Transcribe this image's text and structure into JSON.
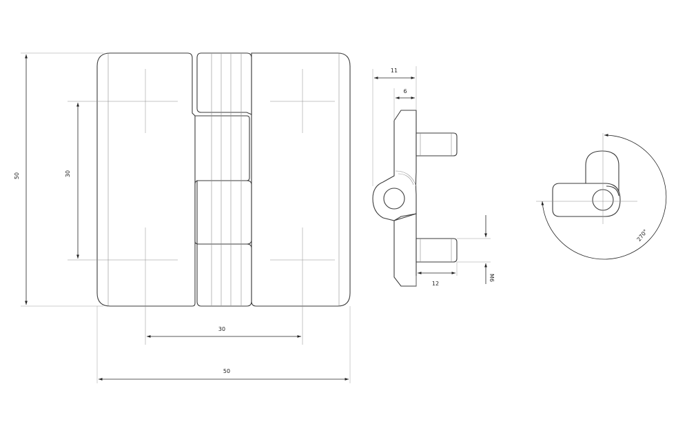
{
  "dimensions": {
    "front_height": "50",
    "front_hole_spacing_vertical": "30",
    "front_hole_spacing_horizontal": "30",
    "front_width": "50",
    "side_total_depth": "11",
    "side_leaf_depth": "6",
    "side_pin_length": "12",
    "side_thread": "M6",
    "rotation_angle": "270°"
  },
  "colors": {
    "line": "#3a3a3a",
    "dimension": "#222222",
    "centerline": "#8a8a8a"
  }
}
